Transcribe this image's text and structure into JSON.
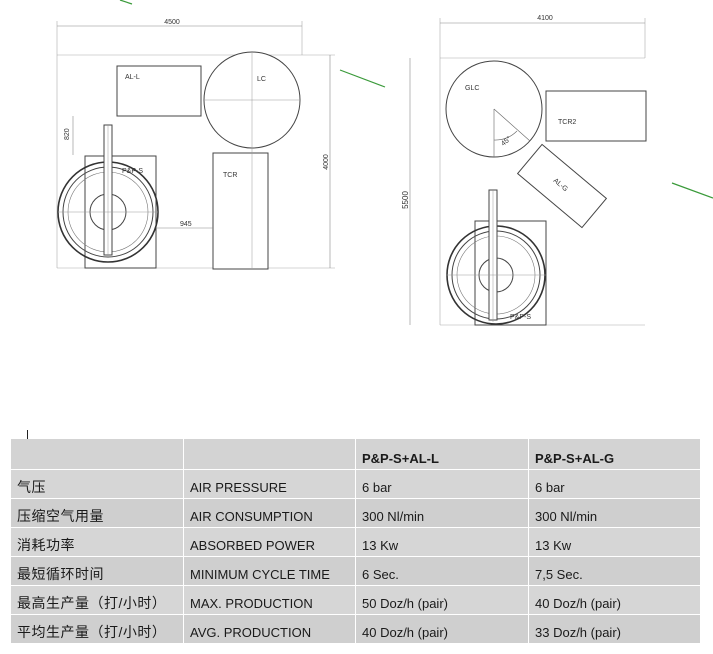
{
  "layout_left": {
    "width_dim": "4500",
    "height_dim": "4000",
    "dim_820": "820",
    "dim_945": "945",
    "al_l": "AL-L",
    "lc": "LC",
    "pps": "P&P-S",
    "tcr": "TCR"
  },
  "layout_right": {
    "width_dim": "4100",
    "height_dim": "5500",
    "glc": "GLC",
    "tcr2": "TCR2",
    "angle": "45°",
    "al_g": "AL-G",
    "pps": "P&P-S"
  },
  "table": {
    "headers": [
      "",
      "",
      "P&P-S+AL-L",
      "P&P-S+AL-G"
    ],
    "rows": [
      {
        "zh": "气压",
        "en": "AIR PRESSURE",
        "v1": "6 bar",
        "v2": "6 bar"
      },
      {
        "zh": "压缩空气用量",
        "en": "AIR CONSUMPTION",
        "v1": "300 Nl/min",
        "v2": "300 Nl/min"
      },
      {
        "zh": "消耗功率",
        "en": "ABSORBED POWER",
        "v1": "13 Kw",
        "v2": "13 Kw"
      },
      {
        "zh": "最短循环时间",
        "en": "MINIMUM CYCLE TIME",
        "v1": "6 Sec.",
        "v2": "7,5 Sec."
      },
      {
        "zh": "最高生产量（打/小时）",
        "en": "MAX. PRODUCTION",
        "v1": "50 Doz/h (pair)",
        "v2": "40 Doz/h (pair)"
      },
      {
        "zh": "平均生产量（打/小时）",
        "en": "AVG. PRODUCTION",
        "v1": "40 Doz/h (pair)",
        "v2": "33 Doz/h (pair)"
      }
    ]
  },
  "colors": {
    "line": "#555555",
    "green_mark": "#3a9a3a",
    "table_bg": "#d3d3d3"
  }
}
